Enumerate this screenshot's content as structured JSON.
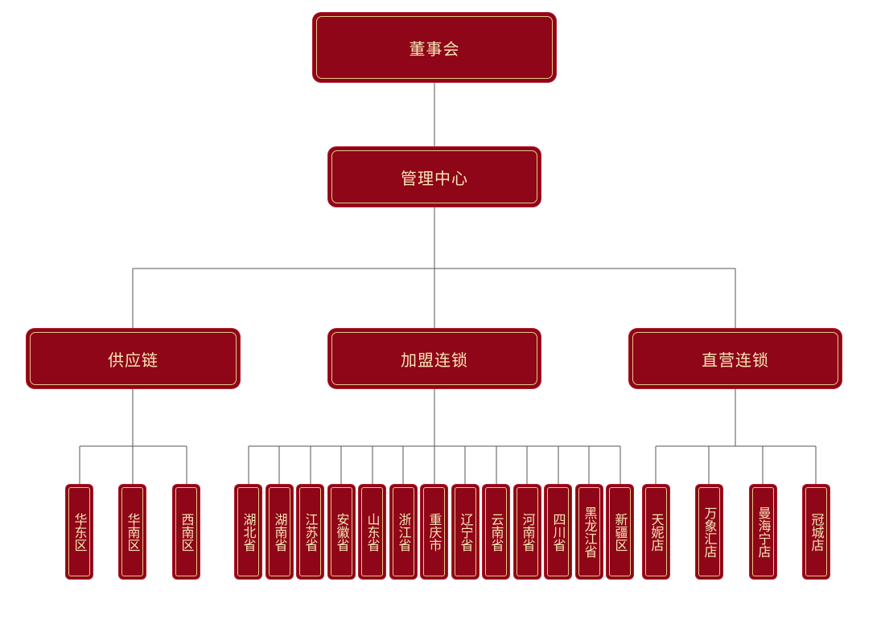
{
  "org": {
    "board": "董事会",
    "management": "管理中心",
    "divisions": [
      {
        "name": "供应链",
        "children": [
          "华东区",
          "华南区",
          "西南区"
        ]
      },
      {
        "name": "加盟连锁",
        "children": [
          "湖北省",
          "湖南省",
          "江苏省",
          "安徽省",
          "山东省",
          "浙江省",
          "重庆市",
          "辽宁省",
          "云南省",
          "河南省",
          "四川省",
          "黑龙江省",
          "新疆区"
        ]
      },
      {
        "name": "直营连锁",
        "children": [
          "天妮店",
          "万象汇店",
          "曼海宁店",
          "冠城店"
        ]
      }
    ]
  },
  "colors": {
    "box_fill": "#8e0617",
    "box_text": "#f6e6b8",
    "box_inner_border": "#e7c88a",
    "connector": "#555555"
  }
}
